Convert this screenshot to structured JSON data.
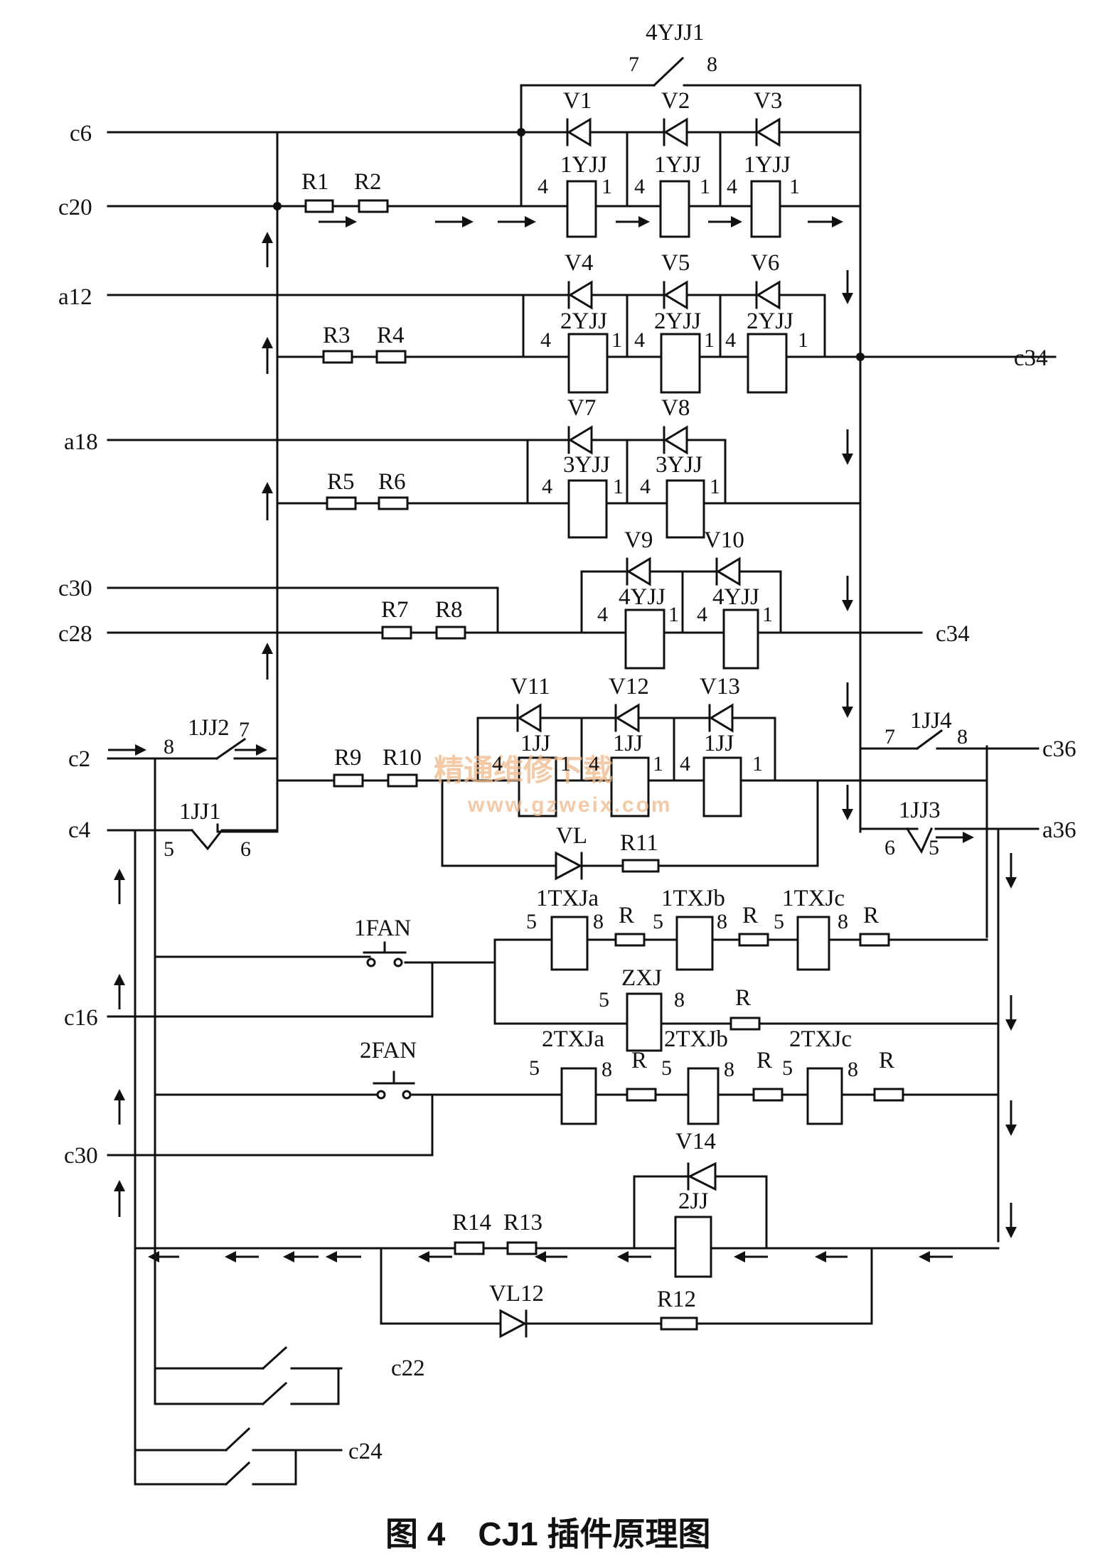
{
  "caption": "图 4　CJ1 插件原理图",
  "watermark": {
    "line1": "精通维修下载",
    "line2": "www.gzweix.com"
  },
  "terminals": {
    "c6": "c6",
    "c20": "c20",
    "a12": "a12",
    "a18": "a18",
    "c30_top": "c30",
    "c28": "c28",
    "c2": "c2",
    "c4": "c4",
    "c16": "c16",
    "c30_bottom": "c30",
    "c34_upper": "c34",
    "c34_lower": "c34",
    "c36": "c36",
    "a36": "a36",
    "c22": "c22",
    "c24": "c24"
  },
  "relays": {
    "yjj4_contact": "4YJJ1",
    "r1": [
      "1YJJ",
      "1YJJ",
      "1YJJ"
    ],
    "r2": [
      "2YJJ",
      "2YJJ",
      "2YJJ"
    ],
    "r3": [
      "3YJJ",
      "3YJJ"
    ],
    "r4": [
      "4YJJ",
      "4YJJ"
    ],
    "jj": [
      "1JJ",
      "1JJ",
      "1JJ"
    ],
    "txa": [
      "1TXJa",
      "1TXJb",
      "1TXJc"
    ],
    "zxj": "ZXJ",
    "txb": [
      "2TXJa",
      "2TXJb",
      "2TXJc"
    ],
    "jj2": "2JJ",
    "c_1jj2": "1JJ2",
    "c_1jj1": "1JJ1",
    "c_1jj4": "1JJ4",
    "c_1jj3": "1JJ3"
  },
  "diodes": {
    "r1": [
      "V1",
      "V2",
      "V3"
    ],
    "r2": [
      "V4",
      "V5",
      "V6"
    ],
    "r3": [
      "V7",
      "V8"
    ],
    "r4": [
      "V9",
      "V10"
    ],
    "r5": [
      "V11",
      "V12",
      "V13"
    ],
    "v14": "V14",
    "vl": "VL",
    "vl12": "VL12"
  },
  "resistors": {
    "r1": "R1",
    "r2": "R2",
    "r3": "R3",
    "r4": "R4",
    "r5": "R5",
    "r6": "R6",
    "r7": "R7",
    "r8": "R8",
    "r9": "R9",
    "r10": "R10",
    "r11": "R11",
    "r12": "R12",
    "r13": "R13",
    "r14": "R14",
    "r": "R"
  },
  "buttons": {
    "fan1": "1FAN",
    "fan2": "2FAN"
  },
  "pins": {
    "p1": "1",
    "p4": "4",
    "p5": "5",
    "p6": "6",
    "p7": "7",
    "p8": "8"
  }
}
